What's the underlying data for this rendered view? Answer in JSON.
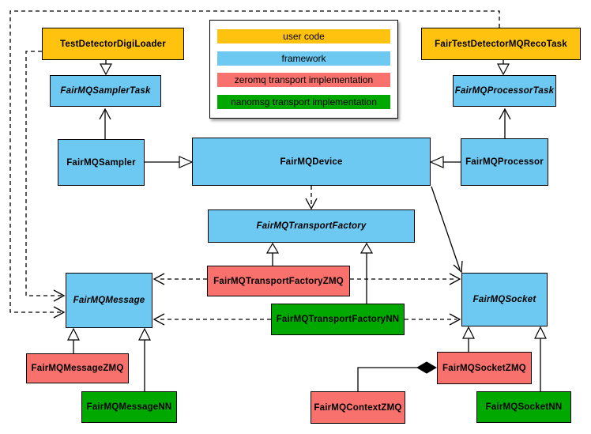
{
  "colors": {
    "user_code": "#FFC20E",
    "framework": "#6DC9F1",
    "zeromq": "#F8716C",
    "nanomsg": "#00A800",
    "border": "#000000",
    "background": "#FFFFFF"
  },
  "legend": {
    "items": [
      {
        "label": "user code",
        "color": "#FFC20E"
      },
      {
        "label": "framework",
        "color": "#6DC9F1"
      },
      {
        "label": "zeromq transport implementation",
        "color": "#F8716C"
      },
      {
        "label": "nanomsg transport implementation",
        "color": "#00A800"
      }
    ]
  },
  "nodes": {
    "test_detector_digi_loader": {
      "label": "TestDetectorDigiLoader",
      "category": "user_code",
      "abstract": false
    },
    "fairmq_sampler_task": {
      "label": "FairMQSamplerTask",
      "category": "framework",
      "abstract": true
    },
    "fairmq_sampler": {
      "label": "FairMQSampler",
      "category": "framework",
      "abstract": false
    },
    "fair_test_detector_mq_reco_task": {
      "label": "FairTestDetectorMQRecoTask",
      "category": "user_code",
      "abstract": false
    },
    "fairmq_processor_task": {
      "label": "FairMQProcessorTask",
      "category": "framework",
      "abstract": true
    },
    "fairmq_processor": {
      "label": "FairMQProcessor",
      "category": "framework",
      "abstract": false
    },
    "fairmq_device": {
      "label": "FairMQDevice",
      "category": "framework",
      "abstract": false
    },
    "fairmq_transport_factory": {
      "label": "FairMQTransportFactory",
      "category": "framework",
      "abstract": true
    },
    "fairmq_transport_factory_zmq": {
      "label": "FairMQTransportFactoryZMQ",
      "category": "zeromq",
      "abstract": false
    },
    "fairmq_transport_factory_nn": {
      "label": "FairMQTransportFactoryNN",
      "category": "nanomsg",
      "abstract": false
    },
    "fairmq_message": {
      "label": "FairMQMessage",
      "category": "framework",
      "abstract": true
    },
    "fairmq_socket": {
      "label": "FairMQSocket",
      "category": "framework",
      "abstract": true
    },
    "fairmq_message_zmq": {
      "label": "FairMQMessageZMQ",
      "category": "zeromq",
      "abstract": false
    },
    "fairmq_message_nn": {
      "label": "FairMQMessageNN",
      "category": "nanomsg",
      "abstract": false
    },
    "fairmq_context_zmq": {
      "label": "FairMQContextZMQ",
      "category": "zeromq",
      "abstract": false
    },
    "fairmq_socket_zmq": {
      "label": "FairMQSocketZMQ",
      "category": "zeromq",
      "abstract": false
    },
    "fairmq_socket_nn": {
      "label": "FairMQSocketNN",
      "category": "nanomsg",
      "abstract": false
    }
  },
  "edges": [
    {
      "from": "TestDetectorDigiLoader",
      "to": "FairMQSamplerTask",
      "type": "inheritance"
    },
    {
      "from": "FairTestDetectorMQRecoTask",
      "to": "FairMQProcessorTask",
      "type": "inheritance"
    },
    {
      "from": "FairMQSampler",
      "to": "FairMQSamplerTask",
      "type": "association"
    },
    {
      "from": "FairMQProcessor",
      "to": "FairMQProcessorTask",
      "type": "association"
    },
    {
      "from": "FairMQSampler",
      "to": "FairMQDevice",
      "type": "inheritance"
    },
    {
      "from": "FairMQProcessor",
      "to": "FairMQDevice",
      "type": "inheritance"
    },
    {
      "from": "FairMQDevice",
      "to": "FairMQTransportFactory",
      "type": "dependency"
    },
    {
      "from": "FairMQDevice",
      "to": "FairMQSocket",
      "type": "association"
    },
    {
      "from": "FairMQTransportFactoryZMQ",
      "to": "FairMQTransportFactory",
      "type": "inheritance"
    },
    {
      "from": "FairMQTransportFactoryNN",
      "to": "FairMQTransportFactory",
      "type": "inheritance"
    },
    {
      "from": "FairMQTransportFactoryZMQ",
      "to": "FairMQMessage",
      "type": "dependency"
    },
    {
      "from": "FairMQTransportFactoryZMQ",
      "to": "FairMQSocket",
      "type": "dependency"
    },
    {
      "from": "FairMQTransportFactoryNN",
      "to": "FairMQMessage",
      "type": "dependency"
    },
    {
      "from": "FairMQTransportFactoryNN",
      "to": "FairMQSocket",
      "type": "dependency"
    },
    {
      "from": "FairMQMessageZMQ",
      "to": "FairMQMessage",
      "type": "inheritance"
    },
    {
      "from": "FairMQMessageNN",
      "to": "FairMQMessage",
      "type": "inheritance"
    },
    {
      "from": "FairMQSocketZMQ",
      "to": "FairMQSocket",
      "type": "inheritance"
    },
    {
      "from": "FairMQSocketNN",
      "to": "FairMQSocket",
      "type": "inheritance"
    },
    {
      "from": "FairMQSocketZMQ",
      "to": "FairMQContextZMQ",
      "type": "composition"
    },
    {
      "from": "TestDetectorDigiLoader",
      "to": "FairMQMessage",
      "type": "dependency"
    },
    {
      "from": "FairTestDetectorMQRecoTask",
      "to": "FairMQMessage",
      "type": "dependency"
    }
  ]
}
